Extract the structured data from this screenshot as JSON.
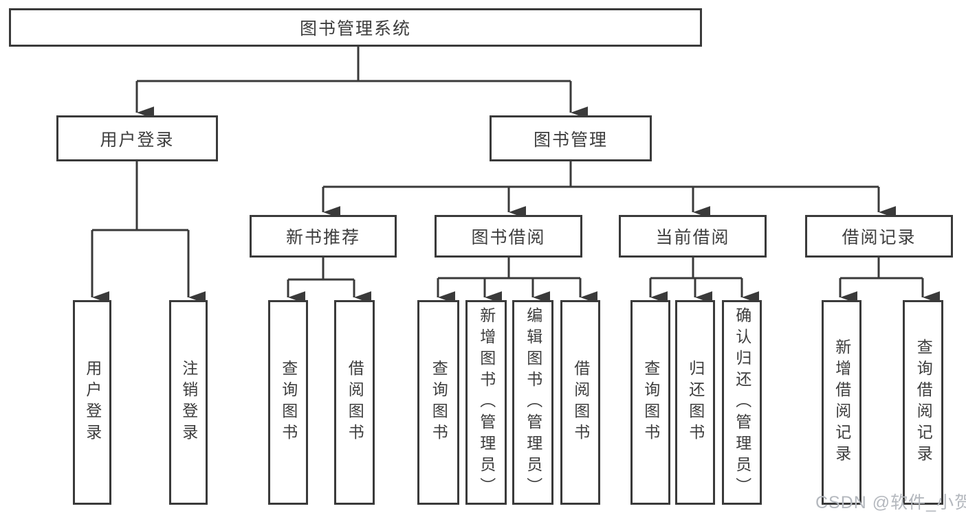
{
  "diagram_title": "图书管理系统",
  "tree": {
    "root": {
      "label": "图书管理系统"
    },
    "branches": [
      {
        "label": "用户登录",
        "children": [
          {
            "label": "用户登录"
          },
          {
            "label": "注销登录"
          }
        ]
      },
      {
        "label": "图书管理",
        "children": [
          {
            "label": "新书推荐",
            "children": [
              {
                "label": "查询图书"
              },
              {
                "label": "借阅图书"
              }
            ]
          },
          {
            "label": "图书借阅",
            "children": [
              {
                "label": "查询图书"
              },
              {
                "label": "新增图书（管理员）"
              },
              {
                "label": "编辑图书（管理员）"
              },
              {
                "label": "借阅图书"
              }
            ]
          },
          {
            "label": "当前借阅",
            "children": [
              {
                "label": "查询图书"
              },
              {
                "label": "归还图书"
              },
              {
                "label": "确认归还（管理员）"
              }
            ]
          },
          {
            "label": "借阅记录",
            "children": [
              {
                "label": "新增借阅记录"
              },
              {
                "label": "查询借阅记录"
              }
            ]
          }
        ]
      }
    ]
  },
  "watermark": {
    "text": "CSDN @软件_小贺同学"
  },
  "colors": {
    "line": "#3a3a3a",
    "text": "#3d3d3d",
    "background": "#ffffff",
    "watermark": "#b4b8be"
  }
}
